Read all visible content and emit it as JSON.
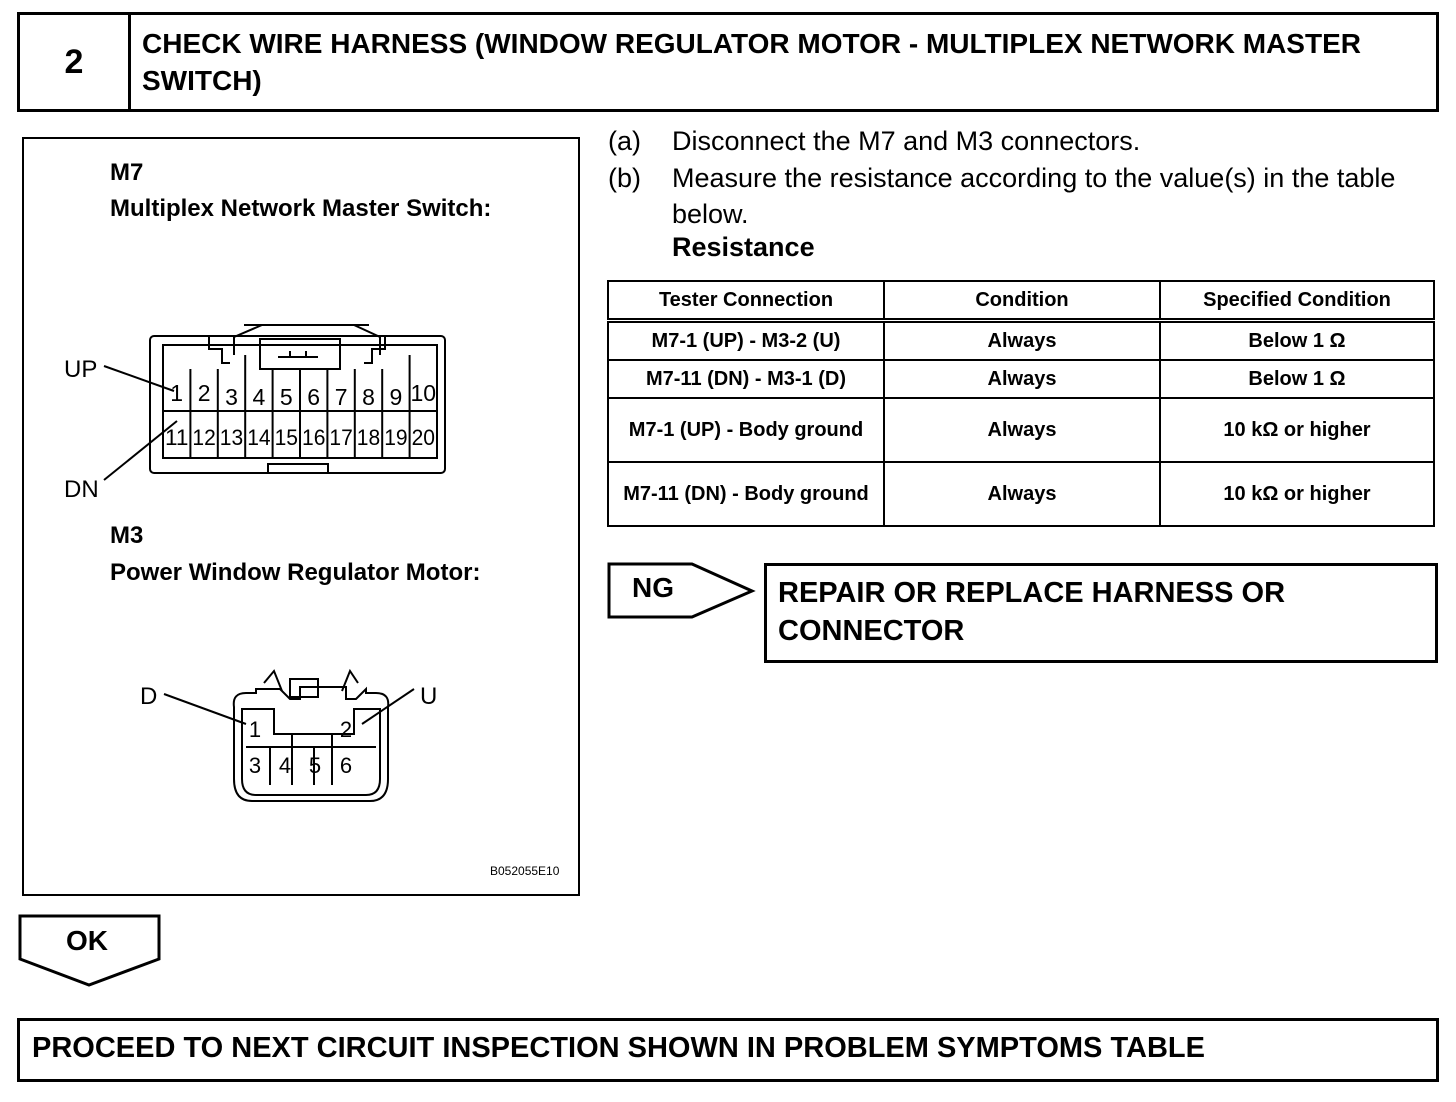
{
  "step": {
    "number": "2",
    "title": "CHECK WIRE HARNESS (WINDOW REGULATOR MOTOR  - MULTIPLEX NETWORK MASTER SWITCH)"
  },
  "diagram": {
    "m7_label": "M7",
    "m7_name": "Multiplex Network Master Switch:",
    "m7_callout_up": "UP",
    "m7_callout_dn": "DN",
    "m7_pins_top": [
      "1",
      "2",
      "3",
      "4",
      "5",
      "6",
      "7",
      "8",
      "9",
      "10"
    ],
    "m7_pins_bottom": [
      "11",
      "12",
      "13",
      "14",
      "15",
      "16",
      "17",
      "18",
      "19",
      "20"
    ],
    "m3_label": "M3",
    "m3_name": "Power Window Regulator Motor:",
    "m3_callout_d": "D",
    "m3_callout_u": "U",
    "m3_pins_top": [
      "1",
      "2"
    ],
    "m3_pins_bottom": [
      "3",
      "4",
      "5",
      "6"
    ],
    "figure_code": "B052055E10"
  },
  "instructions": [
    {
      "letter": "(a)",
      "text": "Disconnect the M7 and M3 connectors."
    },
    {
      "letter": "(b)",
      "text": "Measure the resistance according to the value(s) in the table below."
    }
  ],
  "resistance_heading": "Resistance",
  "table": {
    "headers": [
      "Tester Connection",
      "Condition",
      "Specified Condition"
    ],
    "rows": [
      [
        "M7-1 (UP) - M3-2 (U)",
        "Always",
        "Below 1 Ω"
      ],
      [
        "M7-11 (DN) - M3-1 (D)",
        "Always",
        "Below 1 Ω"
      ],
      [
        "M7-1 (UP) - Body ground",
        "Always",
        "10 kΩ or higher"
      ],
      [
        "M7-11 (DN) - Body ground",
        "Always",
        "10 kΩ or higher"
      ]
    ]
  },
  "ng": {
    "label": "NG",
    "result": "REPAIR OR REPLACE HARNESS OR CONNECTOR"
  },
  "ok": {
    "label": "OK",
    "result": "PROCEED TO NEXT CIRCUIT INSPECTION SHOWN IN PROBLEM SYMPTOMS TABLE"
  }
}
